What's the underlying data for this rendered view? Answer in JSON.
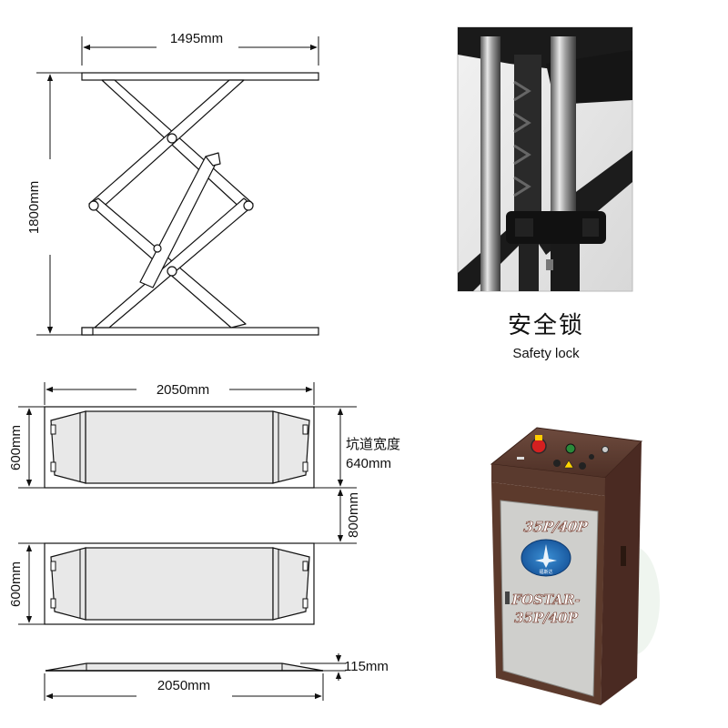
{
  "scissor_view": {
    "width_label": "1495mm",
    "height_label": "1800mm"
  },
  "pit_view": {
    "length_label": "2050mm",
    "platform_width_label_1": "600mm",
    "platform_width_label_2": "600mm",
    "pit_width_label_cn": "坑道宽度",
    "pit_width_label": "640mm",
    "gap_label": "800mm"
  },
  "side_view": {
    "length_label": "2050mm",
    "height_label": "115mm"
  },
  "safety_lock": {
    "caption_cn": "安全锁",
    "caption_en": "Safety lock"
  },
  "control_box": {
    "model_label": "35P/40P",
    "brand_label_line1": "FOSTAR-",
    "brand_label_line2": "35P/40P",
    "logo_text": "福斯达"
  }
}
